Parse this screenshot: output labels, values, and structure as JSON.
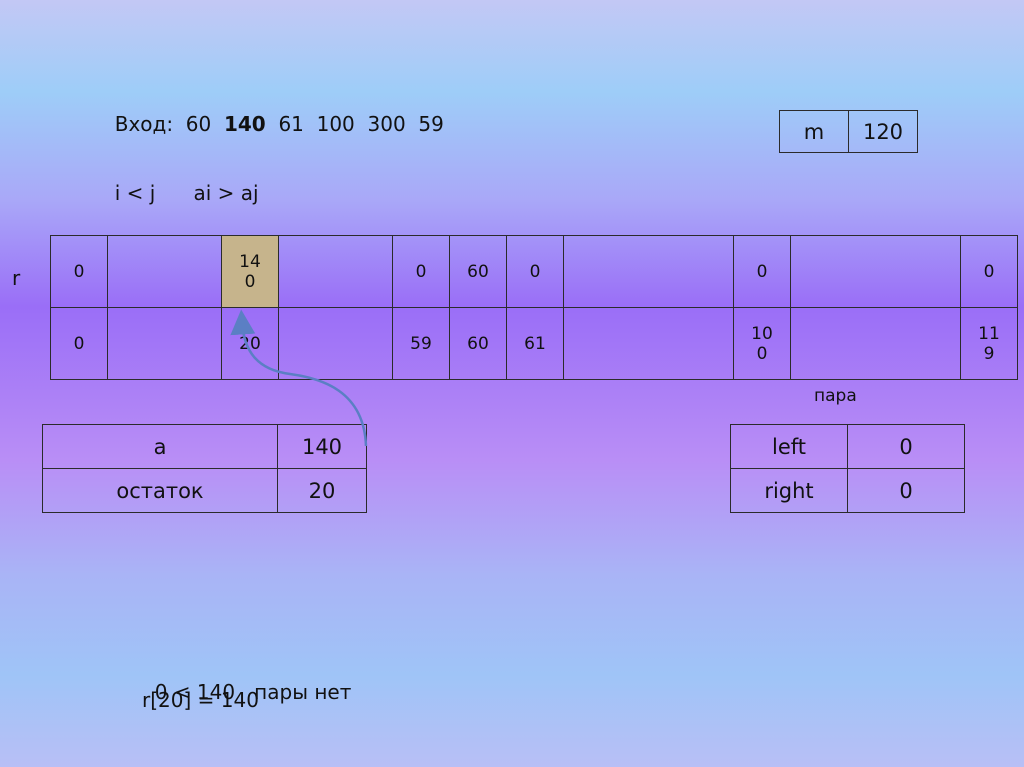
{
  "input_line": {
    "label": "Вход:",
    "values": [
      "60",
      "140",
      "61",
      "100",
      "300",
      "59"
    ],
    "bold_index": 1
  },
  "condition": {
    "left": "i < j",
    "right": "ai > aj"
  },
  "m_box": {
    "label": "m",
    "value": "120"
  },
  "r_label": "r",
  "r_table": {
    "top_row": [
      "0",
      "",
      "14\n0",
      "",
      "0",
      "60",
      "0",
      "",
      "0",
      "",
      "0"
    ],
    "bottom_row": [
      "0",
      "",
      "20",
      "",
      "59",
      "60",
      "61",
      "",
      "10\n0",
      "",
      "11\n9"
    ],
    "highlight_top_index": 2
  },
  "para_label": "пара",
  "a_table": {
    "rows": [
      {
        "label": "a",
        "value": "140"
      },
      {
        "label": "остаток",
        "value": "20"
      }
    ]
  },
  "pair_table": {
    "rows": [
      {
        "label": "left",
        "value": "0"
      },
      {
        "label": "right",
        "value": "0"
      }
    ]
  },
  "notes": {
    "line1_left": "0 < 140",
    "line1_right": "пары нет",
    "line2": "r[20] = 140"
  },
  "colors": {
    "highlight": "#c6b48c",
    "arrow": "#5b7fc4",
    "border": "#2b2b2b"
  }
}
